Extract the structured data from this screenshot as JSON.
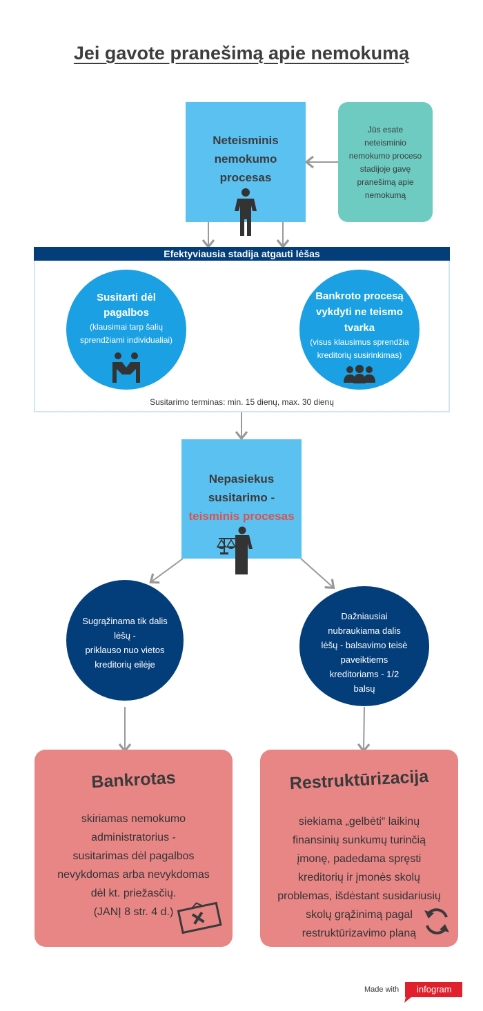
{
  "title": "Jei gavote pranešimą apie nemokumą",
  "box1": {
    "lines": [
      "Neteisminis",
      "nemokumo",
      "procesas"
    ]
  },
  "note": {
    "lines": [
      "Jūs esate",
      "neteisminio",
      "nemokumo proceso",
      "stadijoje gavę",
      "pranešimą apie",
      "nemokumą"
    ]
  },
  "banner": "Efektyviausia stadija atgauti lėšas",
  "circle_left": {
    "title_lines": [
      "Susitarti dėl",
      "pagalbos"
    ],
    "sub_lines": [
      "(klausimai tarp šalių",
      "sprendžiami individualiai)"
    ]
  },
  "circle_right": {
    "title_lines": [
      "Bankroto procesą",
      "vykdyti ne teismo",
      "tvarka"
    ],
    "sub_lines": [
      "(visus klausimus sprendžia",
      "kreditorių susirinkimas)"
    ]
  },
  "term": "Susitarimo terminas: min. 15 dienų, max. 30 dienų",
  "box2": {
    "lines": [
      "Nepasiekus",
      "susitarimo -"
    ],
    "highlight": "teisminis procesas"
  },
  "dark_left": {
    "lines": [
      "Sugrąžinama tik dalis",
      "lėšų -",
      "priklauso nuo vietos",
      "kreditorių eilėje"
    ]
  },
  "dark_right": {
    "lines": [
      "Dažniausiai",
      "nubraukiama dalis",
      "lėšų - balsavimo teisė",
      "paveiktiems",
      "kreditoriams - 1/2",
      "balsų"
    ]
  },
  "bankrotas": {
    "heading": "Bankrotas",
    "lines": [
      "skiriamas nemokumo",
      "administratorius -",
      "susitarimas dėl pagalbos",
      "nevykdomas arba nevykdomas",
      "dėl kt. priežasčių.",
      "(JANĮ 8 str. 4 d.)"
    ]
  },
  "restruct": {
    "heading": "Restruktūrizacija",
    "lines": [
      "siekiama „gelbėti“ laikinų",
      "finansinių sunkumų turinčią",
      "įmonę, padedama spręsti",
      "kreditorių ir įmonės skolų",
      "problemas, išdėstant susidariusių",
      "skolų grąžinimą pagal",
      "restruktūrizavimo planą"
    ]
  },
  "footer": {
    "made_with": "Made with",
    "brand": "infogram"
  },
  "colors": {
    "light_blue": "#5bc1f0",
    "teal": "#6dcbc1",
    "circle_blue": "#1aa0e3",
    "navy": "#033e7a",
    "pink": "#e88686",
    "red": "#d9534f",
    "footer_red": "#e0202c"
  },
  "icons": [
    "person-icon",
    "handshake-icon",
    "group-icon",
    "judge-scale-icon",
    "cancel-contract-icon",
    "refresh-icon",
    "arrow-icon"
  ]
}
